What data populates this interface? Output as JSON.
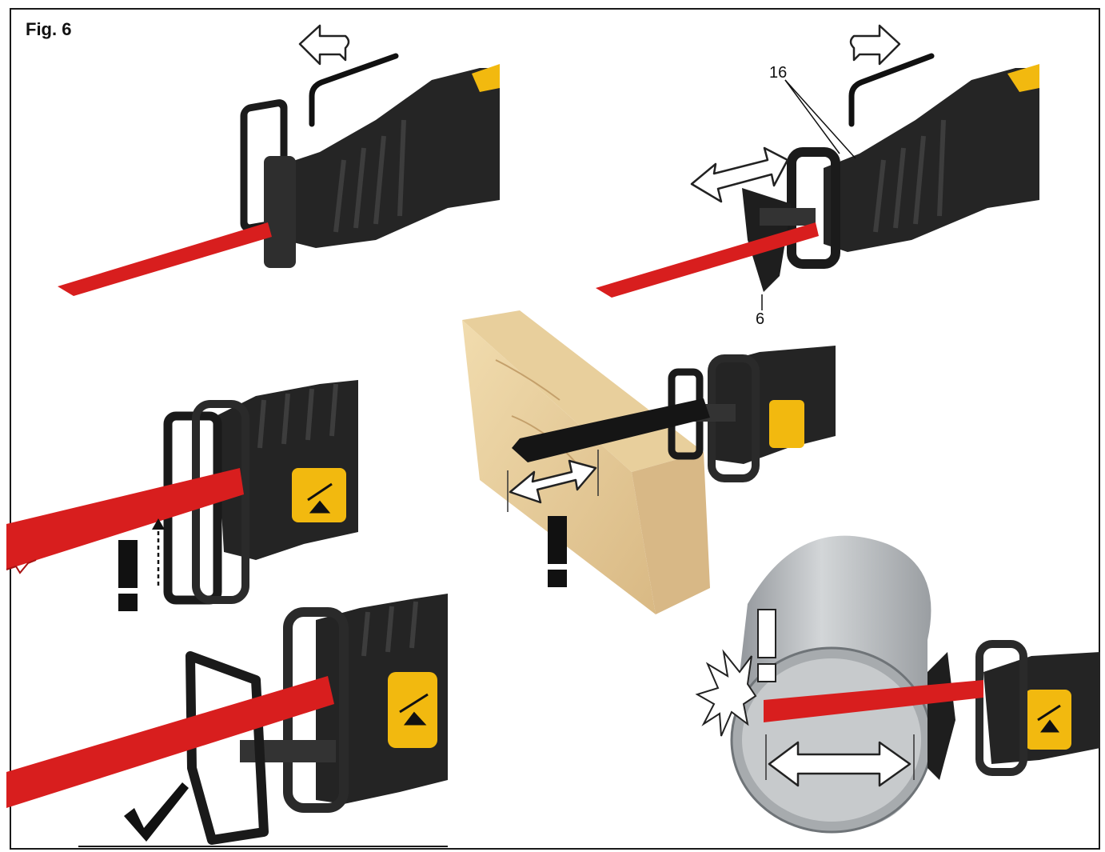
{
  "figure": {
    "title": "Fig. 6",
    "callouts": [
      "16",
      "6"
    ]
  },
  "icons": [
    "arrow-left-icon",
    "arrow-right-icon",
    "hex-key-icon",
    "double-arrow-icon",
    "exclamation-icon",
    "checkmark-icon",
    "impact-burst-icon"
  ],
  "colors": {
    "blade": "#d81e1e",
    "body": "#262626",
    "accent": "#f2b90f",
    "wood": "#e8cf9c",
    "pipe": "#b5b8bb"
  }
}
